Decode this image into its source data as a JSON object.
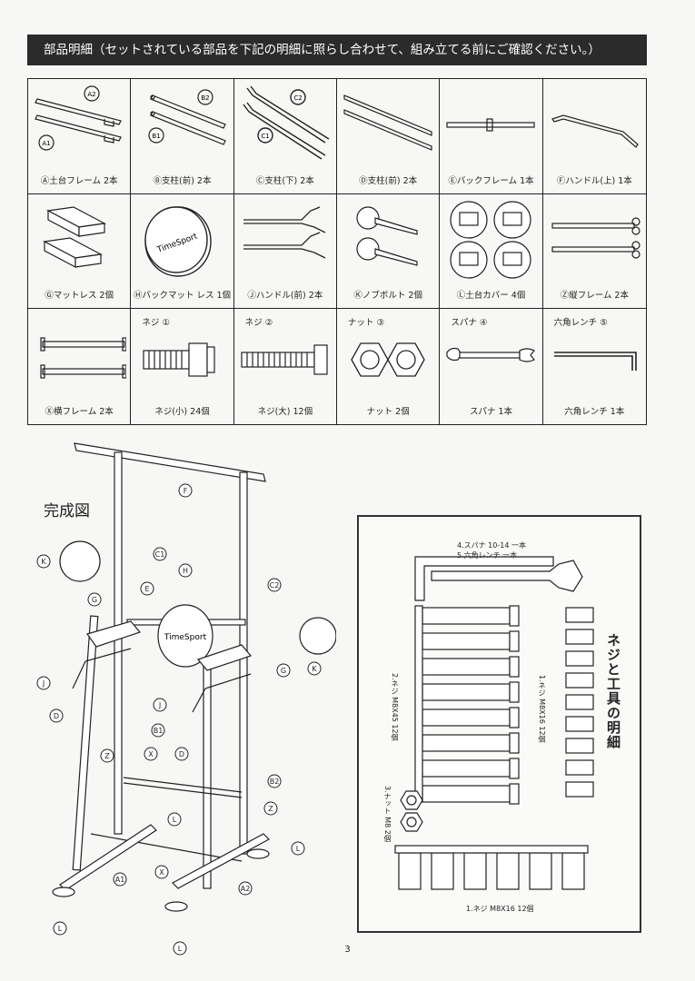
{
  "header": {
    "text": "部品明細（セットされている部品を下記の明細に照らし合わせて、組み立てる前にご確認ください。）"
  },
  "parts": [
    {
      "id": "A",
      "caption": "Ⓐ土台フレーム 2本",
      "tags": [
        "A2",
        "A1"
      ]
    },
    {
      "id": "B",
      "caption": "Ⓑ支柱(前) 2本",
      "tags": [
        "B2",
        "B1"
      ]
    },
    {
      "id": "C",
      "caption": "Ⓒ支柱(下) 2本",
      "tags": [
        "C2",
        "C1"
      ]
    },
    {
      "id": "D",
      "caption": "Ⓓ支柱(前) 2本",
      "tags": []
    },
    {
      "id": "E",
      "caption": "Ⓔバックフレーム 1本",
      "tags": []
    },
    {
      "id": "F",
      "caption": "Ⓕハンドル(上) 1本",
      "tags": []
    },
    {
      "id": "G",
      "caption": "Ⓖマットレス 2個",
      "tags": []
    },
    {
      "id": "H",
      "caption": "Ⓗバックマット レス 1個",
      "tags": [],
      "logo": "TimeSport"
    },
    {
      "id": "J",
      "caption": "Ⓙハンドル(前) 2本",
      "tags": []
    },
    {
      "id": "K",
      "caption": "Ⓚノブボルト 2個",
      "tags": []
    },
    {
      "id": "L",
      "caption": "Ⓛ土台カバー 4個",
      "tags": []
    },
    {
      "id": "Z",
      "caption": "Ⓩ縦フレーム 2本",
      "tags": []
    },
    {
      "id": "X",
      "caption": "Ⓧ横フレーム 2本",
      "tags": []
    },
    {
      "id": "1",
      "top": "ネジ ①",
      "caption": "ネジ(小) 24個",
      "tags": []
    },
    {
      "id": "2",
      "top": "ネジ ②",
      "caption": "ネジ(大) 12個",
      "tags": []
    },
    {
      "id": "3",
      "top": "ナット ③",
      "caption": "ナット 2個",
      "tags": []
    },
    {
      "id": "4",
      "top": "スパナ ④",
      "caption": "スパナ 1本",
      "tags": []
    },
    {
      "id": "5",
      "top": "六角レンチ ⑤",
      "caption": "六角レンチ 1本",
      "tags": []
    }
  ],
  "assembly": {
    "title": "完成図",
    "logo": "TimeSport",
    "labels": [
      "F",
      "C1",
      "C2",
      "K",
      "E",
      "H",
      "G",
      "G",
      "K",
      "J",
      "J",
      "D",
      "B1",
      "D",
      "Z",
      "X",
      "B2",
      "Z",
      "L",
      "L",
      "A1",
      "X",
      "A2",
      "L",
      "L"
    ]
  },
  "hardware_box": {
    "title": "ネジと工具の明細",
    "tool_line1": "4.スパナ 10-14 一本",
    "tool_line2": "5.六角レンチ 一本",
    "screw_large": "2.ネジ M8X45 12個",
    "screw_small_v": "1.ネジ M8X16 12個",
    "nut": "3.ナット M8 2個",
    "screw_small_h": "1.ネジ M8X16 12個"
  },
  "page_number": "3"
}
